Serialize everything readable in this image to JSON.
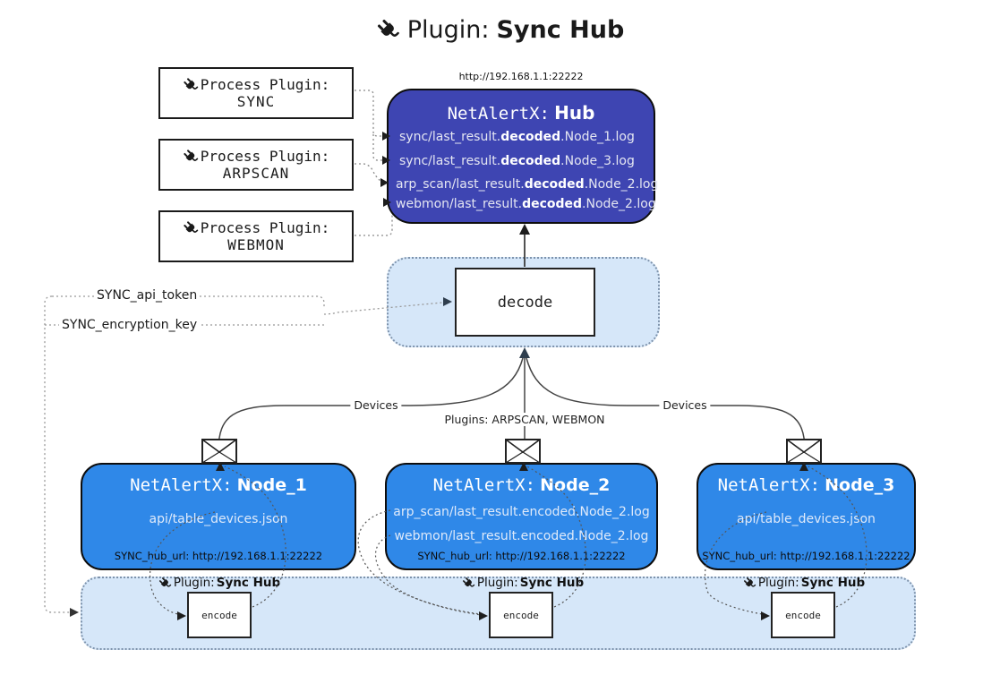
{
  "title": {
    "label": "Plugin:",
    "name": "Sync Hub"
  },
  "hub": {
    "url_caption": "http://192.168.1.1:22222",
    "title_prefix": "NetAlertX:",
    "title_name": "Hub",
    "logs": [
      {
        "pre": "sync/last_result.",
        "bold": "decoded",
        "post": ".Node_1.log"
      },
      {
        "pre": "sync/last_result.",
        "bold": "decoded",
        "post": ".Node_3.log"
      },
      {
        "pre": "arp_scan/last_result.",
        "bold": "decoded",
        "post": ".Node_2.log"
      },
      {
        "pre": "webmon/last_result.",
        "bold": "decoded",
        "post": ".Node_2.log"
      }
    ]
  },
  "process_plugins": [
    {
      "label": "Process Plugin:",
      "name": "SYNC"
    },
    {
      "label": "Process Plugin:",
      "name": "ARPSCAN"
    },
    {
      "label": "Process Plugin:",
      "name": "WEBMON"
    }
  ],
  "decode": {
    "label": "decode"
  },
  "secrets": {
    "api_token": "SYNC_api_token",
    "encryption_key": "SYNC_encryption_key"
  },
  "edge_labels": {
    "devices_left": "Devices",
    "plugins_middle": "Plugins: ARPSCAN, WEBMON",
    "devices_right": "Devices"
  },
  "nodes": [
    {
      "title_prefix": "NetAlertX:",
      "title_name": "Node_1",
      "files": [
        "api/table_devices.json"
      ],
      "hub_url": "SYNC_hub_url: http://192.168.1.1:22222"
    },
    {
      "title_prefix": "NetAlertX:",
      "title_name": "Node_2",
      "files": [
        "arp_scan/last_result.encoded.Node_2.log",
        "webmon/last_result.encoded.Node_2.log"
      ],
      "hub_url": "SYNC_hub_url: http://192.168.1.1:22222"
    },
    {
      "title_prefix": "NetAlertX:",
      "title_name": "Node_3",
      "files": [
        "api/table_devices.json"
      ],
      "hub_url": "SYNC_hub_url: http://192.168.1.1:22222"
    }
  ],
  "encoders": [
    {
      "plugin_label": "Plugin:",
      "plugin_name": "Sync Hub",
      "box_label": "encode"
    },
    {
      "plugin_label": "Plugin:",
      "plugin_name": "Sync Hub",
      "box_label": "encode"
    },
    {
      "plugin_label": "Plugin:",
      "plugin_name": "Sync Hub",
      "box_label": "encode"
    }
  ],
  "colors": {
    "hub_fill": "#3E45B2",
    "node_fill": "#2F88E8",
    "panel_fill": "#D6E7F9",
    "arrow_dark": "#2F3E4E"
  }
}
